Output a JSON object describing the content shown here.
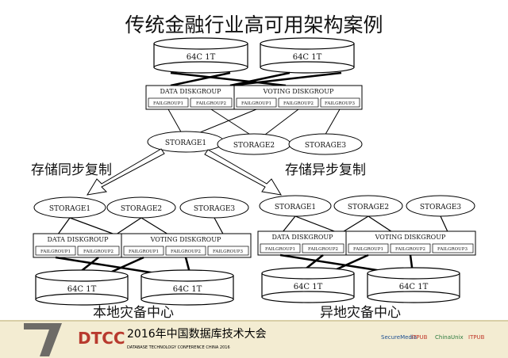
{
  "title": "传统金融行业高可用架构案例",
  "top": {
    "disks": [
      "64C 1T",
      "64C 1T"
    ],
    "data_dg": "DATA DISKGROUP",
    "voting_dg": "VOTING DISKGROUP",
    "fg_data": [
      "FAILGROUP1",
      "FAILGROUP2"
    ],
    "fg_voting": [
      "FAILGROUP1",
      "FAILGROUP2",
      "FAILGROUP3"
    ],
    "storages": [
      "STORAGE1",
      "STORAGE2",
      "STORAGE3"
    ]
  },
  "sync_label": "存储同步复制",
  "async_label": "存储异步复制",
  "left_site": {
    "storages": [
      "STORAGE1",
      "STORAGE2",
      "STORAGE3"
    ],
    "data_dg": "DATA DISKGROUP",
    "voting_dg": "VOTING DISKGROUP",
    "fg": [
      "FAILGROUP1",
      "FAILGROUP2",
      "FAILGROUP1",
      "FAILGROUP2",
      "FAILGROUP3"
    ],
    "disks": [
      "64C 1T",
      "64C 1T"
    ],
    "caption": "本地灾备中心"
  },
  "right_site": {
    "storages": [
      "STORAGE1",
      "STORAGE2",
      "STORAGE3"
    ],
    "data_dg": "DATA DISKGROUP",
    "voting_dg": "VOTING DISKGROUP",
    "fg": [
      "FAILGROUP1",
      "FAILGROUP2",
      "FAILGROUP1",
      "FAILGROUP2",
      "FAILGROUP3"
    ],
    "disks": [
      "64C 1T",
      "64C 1T"
    ],
    "caption": "异地灾备中心"
  },
  "footer": {
    "logo": "DTCC",
    "headline": "2016年中国数据库技术大会",
    "subline": "DATABASE TECHNOLOGY CONFERENCE CHINA 2016",
    "sponsors": [
      "SecureMedia",
      "ITPUB",
      "ChinaUnix",
      "ITPUB"
    ],
    "colors": {
      "bar": "#efe6c8",
      "logo_red": "#c0392b",
      "title": "#1a1a1a"
    }
  }
}
